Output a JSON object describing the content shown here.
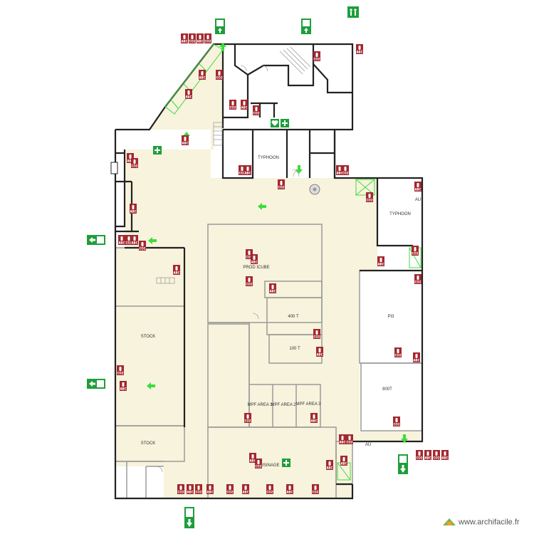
{
  "plan": {
    "rooms": [
      {
        "id": "typhoon-north",
        "label": "TYPHOON"
      },
      {
        "id": "typhoon-east",
        "label": "TYPHOON"
      },
      {
        "id": "au-east",
        "label": "AU"
      },
      {
        "id": "prod-icube",
        "label": "PROD ICUBE"
      },
      {
        "id": "r400t",
        "label": "400 T"
      },
      {
        "id": "r100t",
        "label": "100 T"
      },
      {
        "id": "pi3",
        "label": "PI3"
      },
      {
        "id": "r800t",
        "label": "800T"
      },
      {
        "id": "stock-main",
        "label": "STOCK"
      },
      {
        "id": "stock-south",
        "label": "STOCK"
      },
      {
        "id": "mpf-area-1",
        "label": "MPF AREA 1"
      },
      {
        "id": "mpf-area-2",
        "label": "MPF AREA 2"
      },
      {
        "id": "mpf-area-3",
        "label": "MPF AREA 3"
      },
      {
        "id": "au-south",
        "label": "AU"
      },
      {
        "id": "usinage",
        "label": "USINAGE"
      }
    ],
    "badges": {
      "abc": "ABC",
      "co2": "CO2"
    },
    "colors": {
      "floor": "#f7f3dc",
      "wall": "#222222",
      "wall_light": "#9a9a9a",
      "extinguisher": "#a3282f",
      "exit_green": "#1e9e3a",
      "arrow_green": "#3ddc3d"
    }
  },
  "watermark": {
    "text": "www.archifacile.fr"
  }
}
